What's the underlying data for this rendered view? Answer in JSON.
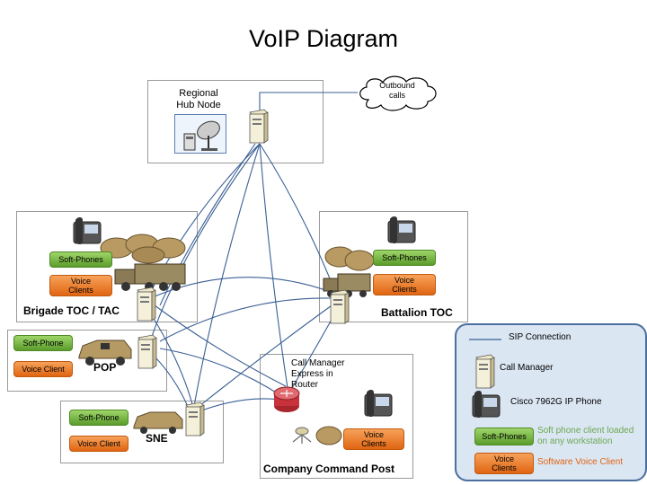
{
  "title": "VoIP Diagram",
  "cloud": {
    "label_line1": "Outbound",
    "label_line2": "calls"
  },
  "nodes": {
    "regional": {
      "label_line1": "Regional",
      "label_line2": "Hub Node"
    },
    "brigade": {
      "label": "Brigade TOC  / TAC",
      "softphones": "Soft-Phones",
      "voice_line1": "Voice",
      "voice_line2": "Clients"
    },
    "battalion": {
      "label": "Battalion TOC",
      "softphones": "Soft-Phones",
      "voice_line1": "Voice",
      "voice_line2": "Clients"
    },
    "pop": {
      "label": "POP",
      "softphones": "Soft-Phone",
      "voice": "Voice Client"
    },
    "sne": {
      "label": "SNE",
      "softphones": "Soft-Phone",
      "voice": "Voice Client"
    },
    "company": {
      "label": "Company Command Post",
      "cm_line1": "Call Manager",
      "cm_line2": "Express in",
      "cm_line3": "Router",
      "voice_line1": "Voice",
      "voice_line2": "Clients"
    }
  },
  "legend": {
    "sip": "SIP Connection",
    "call_manager": "Call Manager",
    "phone": "Cisco 7962G IP Phone",
    "softphones_btn": "Soft-Phones",
    "softphones_desc_line1": "Soft phone client loaded",
    "softphones_desc_line2": "on any workstation",
    "voice_btn_line1": "Voice",
    "voice_btn_line2": "Clients",
    "voice_desc": "Software Voice Client"
  },
  "colors": {
    "link": "#3a5f94",
    "softphone_text": "#6aa84f",
    "voice_text": "#e06512"
  }
}
